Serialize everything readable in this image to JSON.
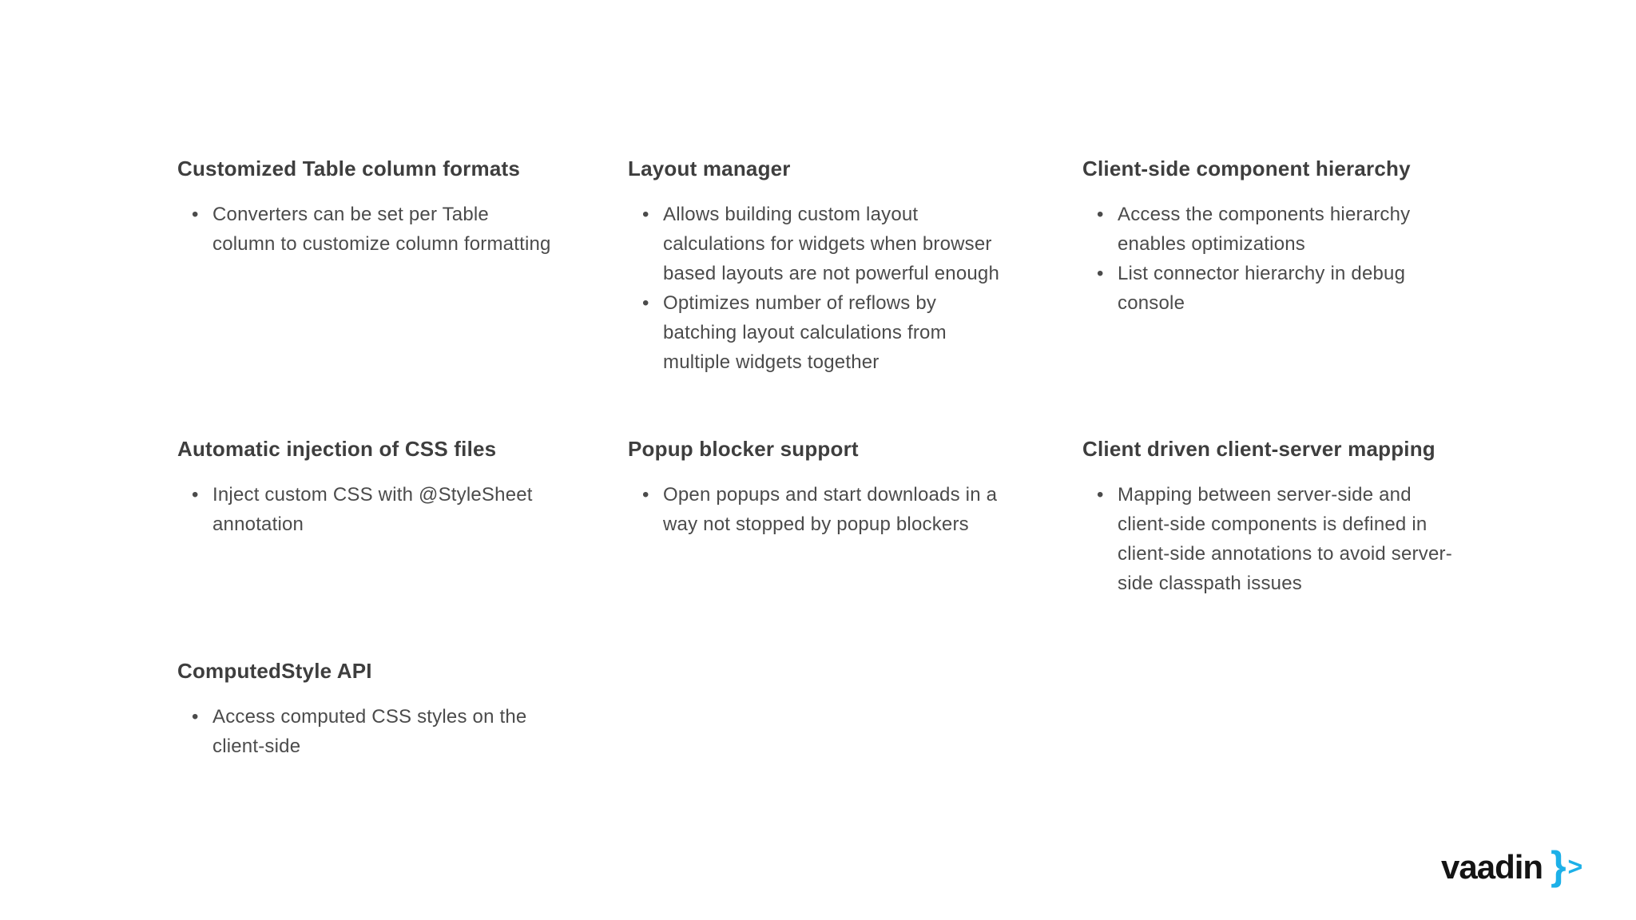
{
  "slide_kind": "presentation-slide",
  "colors": {
    "background": "#ffffff",
    "heading": "#3e3e3e",
    "body": "#4b4b4b",
    "logo_blue": "#1cb0e8",
    "logo_black": "#141414"
  },
  "glyphs": {
    "bullet": "•"
  },
  "features": [
    {
      "title": "Customized Table column formats",
      "bullets": [
        "Converters can be set per Table\ncolumn to customize column formatting"
      ]
    },
    {
      "title": "Layout manager",
      "bullets": [
        "Allows building custom layout\ncalculations for widgets when browser\nbased layouts are not powerful enough",
        "Optimizes number of reflows by\nbatching layout calculations from\nmultiple widgets together"
      ]
    },
    {
      "title": "Client-side component hierarchy",
      "bullets": [
        "Access the components hierarchy\nenables optimizations",
        "List connector hierarchy in debug\nconsole"
      ]
    },
    {
      "title": "Automatic injection of CSS files",
      "bullets": [
        "Inject custom CSS with @StyleSheet\nannotation"
      ]
    },
    {
      "title": "Popup blocker support",
      "bullets": [
        "Open popups and start downloads in a\nway not stopped by popup blockers"
      ]
    },
    {
      "title": "Client driven client-server mapping",
      "bullets": [
        "Mapping between server-side and\nclient-side components is defined in\nclient-side annotations to avoid server-\nside classpath issues"
      ]
    },
    {
      "title": "ComputedStyle API",
      "bullets": [
        "Access computed CSS styles on the\nclient-side"
      ]
    }
  ],
  "logo": {
    "text": "vaadin",
    "brace": "}",
    "arrow": ">"
  }
}
